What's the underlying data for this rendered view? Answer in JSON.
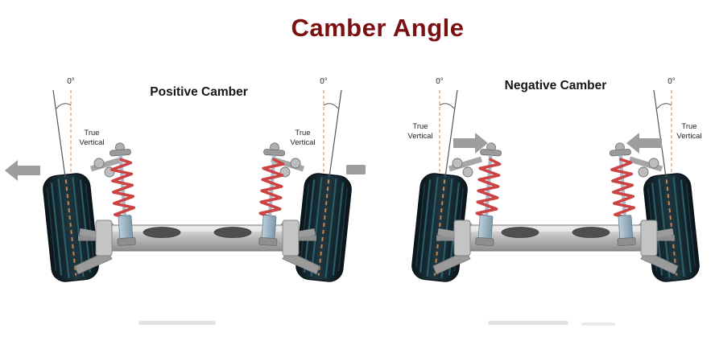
{
  "title": "Camber Angle",
  "diagrams": {
    "positive": {
      "heading": "Positive Camber",
      "wheels": {
        "left": {
          "angle_label": "0°",
          "vertical_label_line1": "True",
          "vertical_label_line2": "Vertical"
        },
        "right": {
          "angle_label": "0°",
          "vertical_label_line1": "True",
          "vertical_label_line2": "Vertical"
        }
      }
    },
    "negative": {
      "heading": "Negative Camber",
      "wheels": {
        "left": {
          "angle_label": "0°",
          "vertical_label_line1": "True",
          "vertical_label_line2": "Vertical"
        },
        "right": {
          "angle_label": "0°",
          "vertical_label_line1": "True",
          "vertical_label_line2": "Vertical"
        }
      }
    }
  },
  "colors": {
    "title": "#7a1012",
    "heading": "#161616",
    "spring": "#cc4343",
    "true_vertical_line": "#dfa173",
    "tire_stripe": "#c8834f",
    "arrow": "#9d9d9d"
  }
}
